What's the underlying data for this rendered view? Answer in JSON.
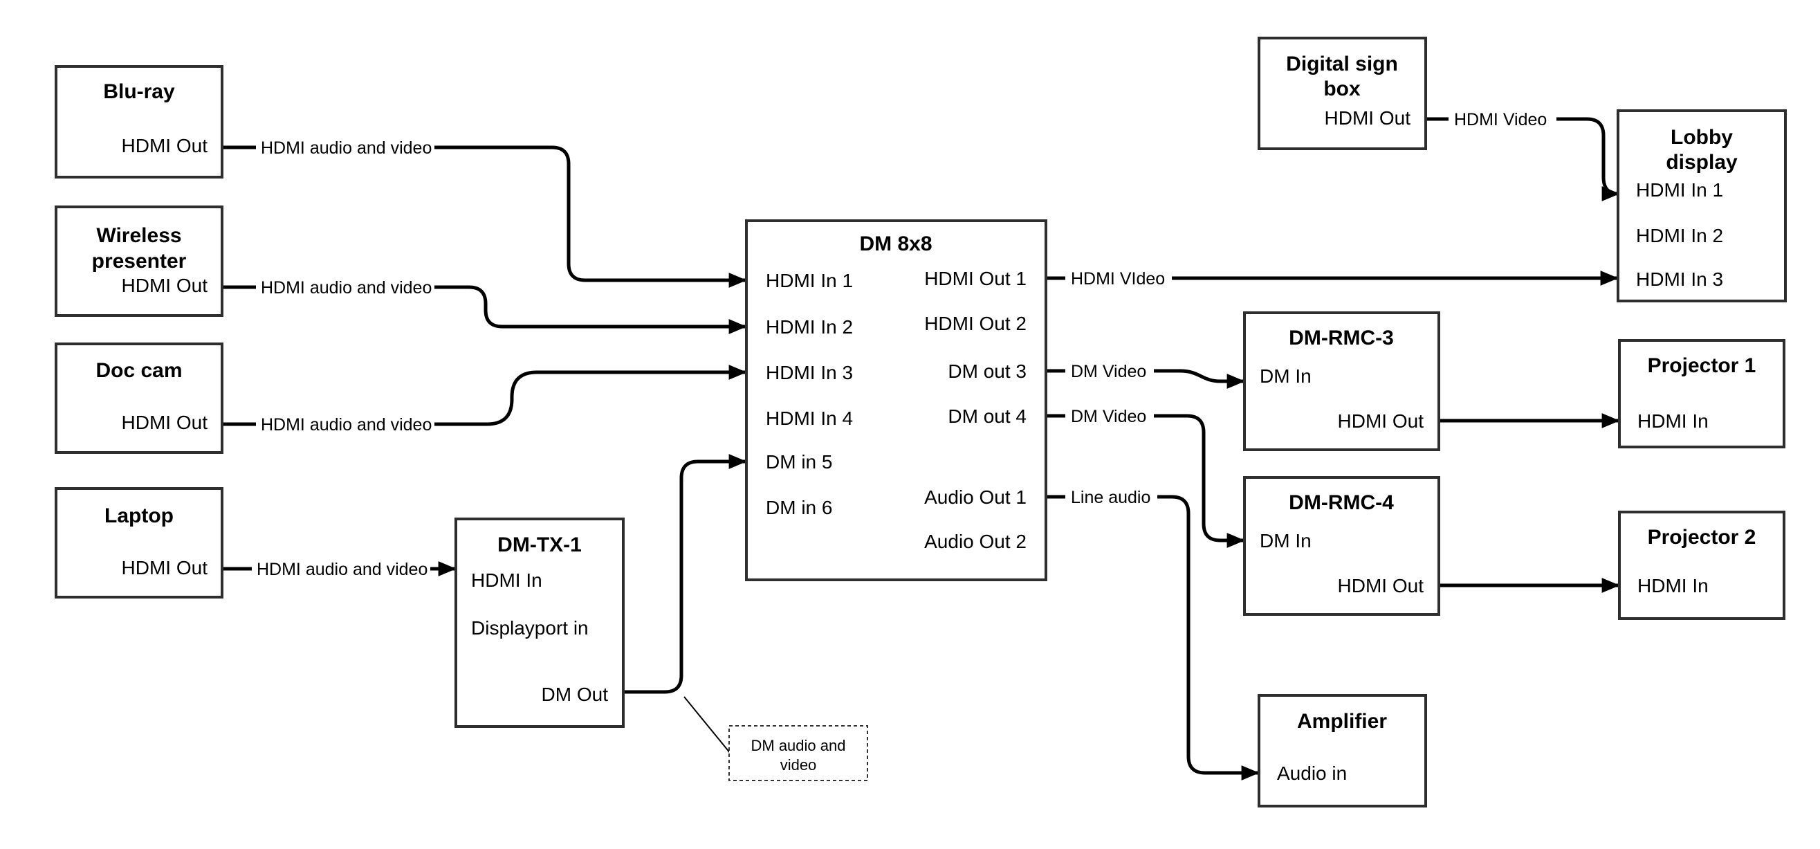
{
  "colors": {
    "background": "#ffffff",
    "box_border": "#2e2e2e",
    "wire": "#000000",
    "text": "#000000"
  },
  "boxes": {
    "bluray": {
      "title": "Blu-ray",
      "port_out": "HDMI Out"
    },
    "wireless": {
      "title_line1": "Wireless",
      "title_line2": "presenter",
      "port_out": "HDMI Out"
    },
    "doccam": {
      "title": "Doc cam",
      "port_out": "HDMI Out"
    },
    "laptop": {
      "title": "Laptop",
      "port_out": "HDMI Out"
    },
    "dmtx1": {
      "title": "DM-TX-1",
      "port_hdmi_in": "HDMI In",
      "port_displayport_in": "Displayport in",
      "port_dm_out": "DM Out"
    },
    "dm8x8": {
      "title": "DM 8x8",
      "inputs": [
        "HDMI In 1",
        "HDMI In 2",
        "HDMI In 3",
        "HDMI In 4",
        "DM in 5",
        "DM in 6"
      ],
      "outputs": [
        "HDMI Out 1",
        "HDMI Out 2",
        "DM out 3",
        "DM out 4",
        "Audio Out 1",
        "Audio Out 2"
      ]
    },
    "digital_sign": {
      "title_line1": "Digital sign",
      "title_line2": "box",
      "port_out": "HDMI Out"
    },
    "lobby_display": {
      "title_line1": "Lobby",
      "title_line2": "display",
      "inputs": [
        "HDMI In 1",
        "HDMI In 2",
        "HDMI In 3"
      ]
    },
    "dmrmc3": {
      "title": "DM-RMC-3",
      "port_in": "DM In",
      "port_out": "HDMI Out"
    },
    "projector1": {
      "title": "Projector 1",
      "port_in": "HDMI In"
    },
    "dmrmc4": {
      "title": "DM-RMC-4",
      "port_in": "DM In",
      "port_out": "HDMI Out"
    },
    "projector2": {
      "title": "Projector 2",
      "port_in": "HDMI In"
    },
    "amplifier": {
      "title": "Amplifier",
      "port_in": "Audio in"
    }
  },
  "wire_labels": {
    "bluray": "HDMI audio and video",
    "wireless": "HDMI audio and video",
    "doccam": "HDMI audio and video",
    "laptop": "HDMI audio and video",
    "hdmi_out1": "HDMI VIdeo",
    "digital_sign": "HDMI Video",
    "dm_out3": "DM Video",
    "dm_out4": "DM Video",
    "audio_out1": "Line audio"
  },
  "note": {
    "line1": "DM audio and",
    "line2": "video"
  }
}
